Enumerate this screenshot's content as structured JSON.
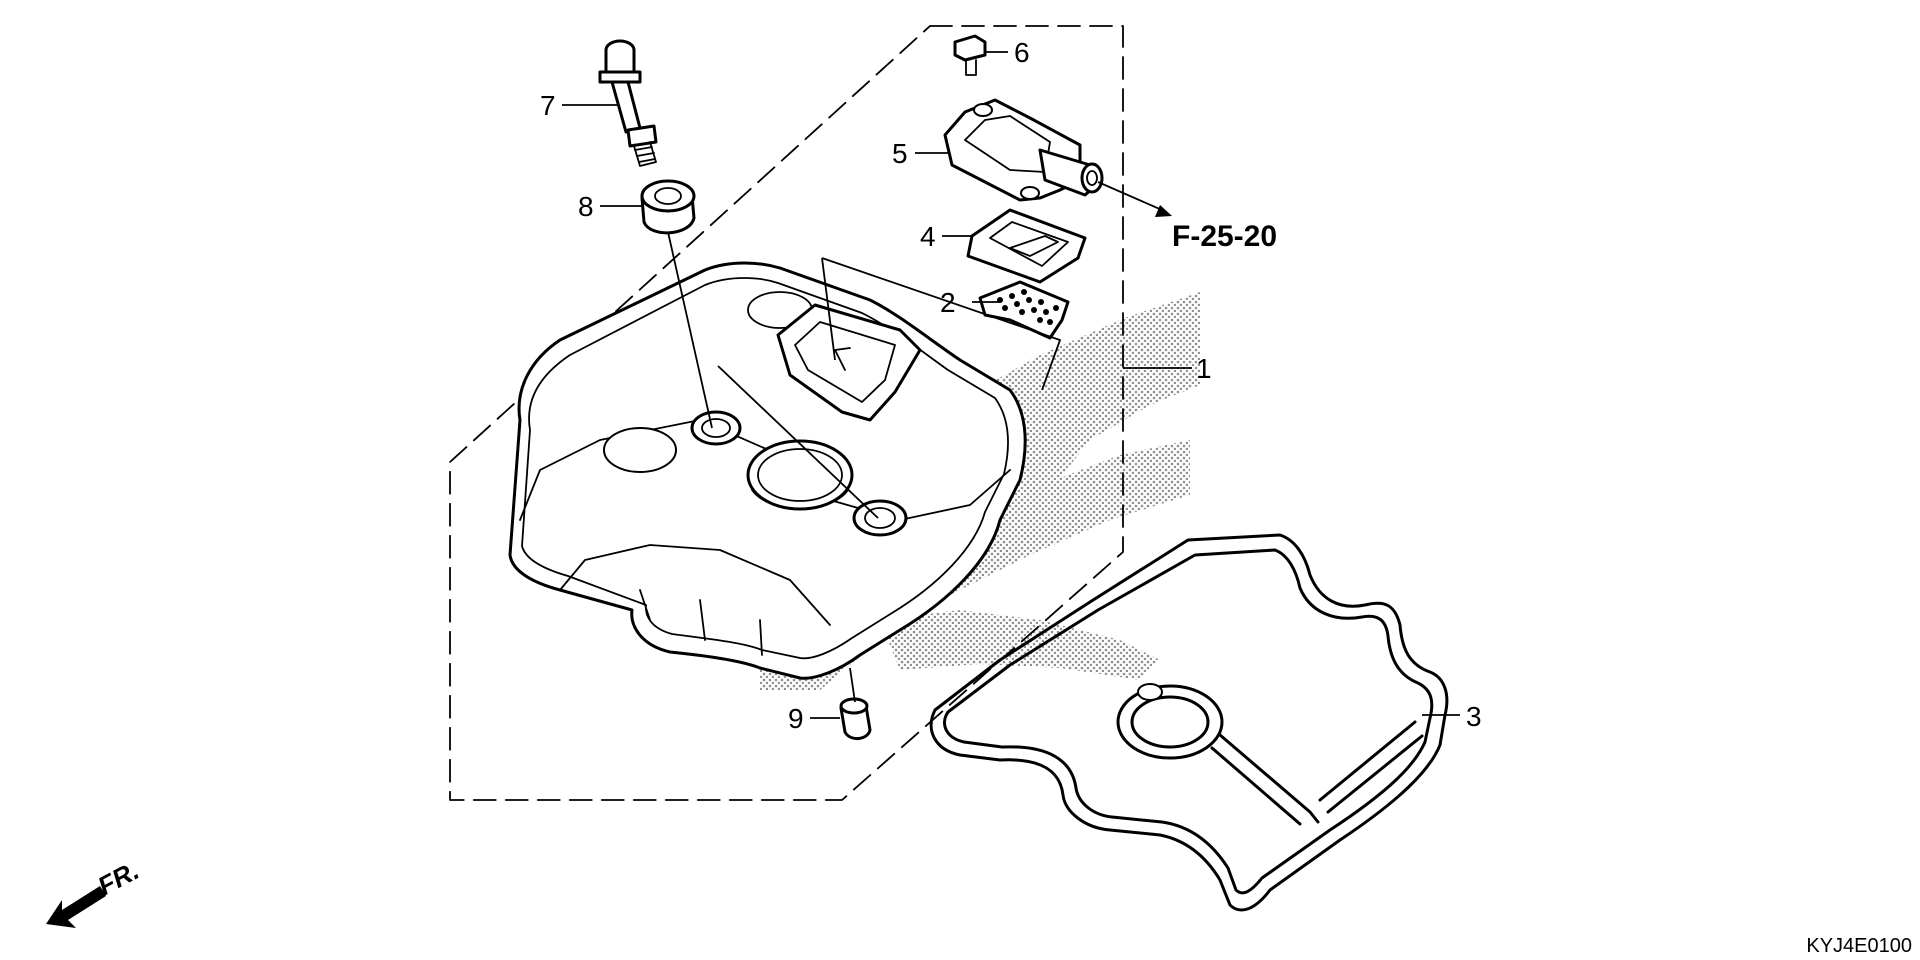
{
  "diagram": {
    "parts": [
      {
        "id": "part-1",
        "number": "1"
      },
      {
        "id": "part-2",
        "number": "2"
      },
      {
        "id": "part-3",
        "number": "3"
      },
      {
        "id": "part-4",
        "number": "4"
      },
      {
        "id": "part-5",
        "number": "5"
      },
      {
        "id": "part-6",
        "number": "6"
      },
      {
        "id": "part-7",
        "number": "7"
      },
      {
        "id": "part-8",
        "number": "8"
      },
      {
        "id": "part-9",
        "number": "9"
      }
    ],
    "reference": "F-25-20",
    "front_label": "FR.",
    "diagram_code": "KYJ4E0100"
  }
}
